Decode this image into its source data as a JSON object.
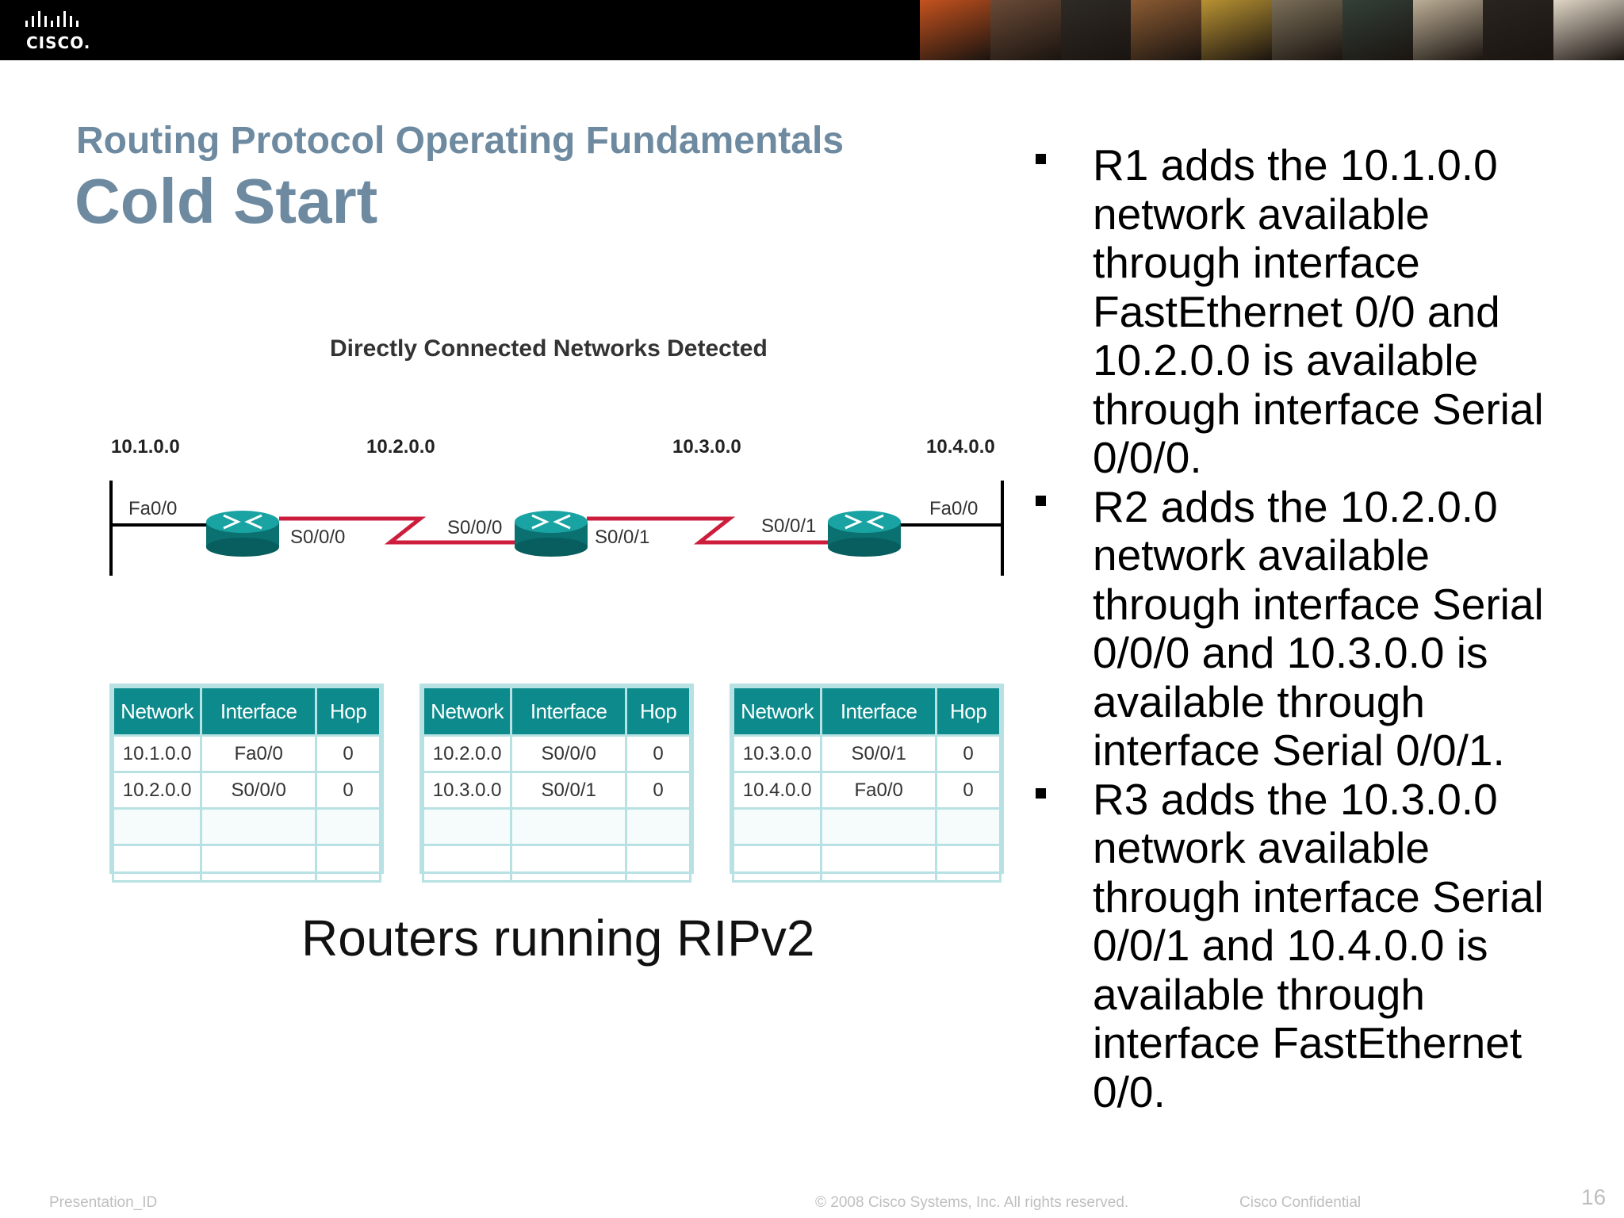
{
  "header": {
    "logo_text": "CISCO.",
    "photo_strip": [
      "#c4521e",
      "#6a4a36",
      "#2e2a26",
      "#8a5a32",
      "#b89232",
      "#7a6e58",
      "#334038",
      "#bcae96",
      "#2a2420",
      "#e0d6c6"
    ]
  },
  "slide": {
    "subtitle": "Routing Protocol Operating Fundamentals",
    "title": "Cold Start",
    "diagram_title": "Directly Connected Networks Detected",
    "networks": [
      "10.1.0.0",
      "10.2.0.0",
      "10.3.0.0",
      "10.4.0.0"
    ],
    "interfaces": {
      "r1_left": "Fa0/0",
      "r1_right": "S0/0/0",
      "r2_left": "S0/0/0",
      "r2_right": "S0/0/1",
      "r3_left": "S0/0/1",
      "r3_right": "Fa0/0"
    },
    "colors": {
      "title": "#6d8aa0",
      "table_header": "#0d8a8c",
      "table_border": "#b7e1e3",
      "serial_link": "#cc1e3c",
      "router": "#0e8a8a"
    },
    "tables": [
      {
        "headers": [
          "Network",
          "Interface",
          "Hop"
        ],
        "rows": [
          [
            "10.1.0.0",
            "Fa0/0",
            "0"
          ],
          [
            "10.2.0.0",
            "S0/0/0",
            "0"
          ]
        ]
      },
      {
        "headers": [
          "Network",
          "Interface",
          "Hop"
        ],
        "rows": [
          [
            "10.2.0.0",
            "S0/0/0",
            "0"
          ],
          [
            "10.3.0.0",
            "S0/0/1",
            "0"
          ]
        ]
      },
      {
        "headers": [
          "Network",
          "Interface",
          "Hop"
        ],
        "rows": [
          [
            "10.3.0.0",
            "S0/0/1",
            "0"
          ],
          [
            "10.4.0.0",
            "Fa0/0",
            "0"
          ]
        ]
      }
    ],
    "caption": "Routers running RIPv2",
    "bullets": [
      "R1 adds the 10.1.0.0 network available through interface FastEthernet 0/0 and 10.2.0.0 is available through interface Serial 0/0/0.",
      "R2 adds the 10.2.0.0 network available through interface Serial 0/0/0 and 10.3.0.0 is available through interface Serial 0/0/1.",
      "R3 adds the 10.3.0.0 network available through interface Serial 0/0/1 and 10.4.0.0 is available through interface FastEthernet 0/0."
    ]
  },
  "footer": {
    "presentation_id": "Presentation_ID",
    "copyright": "© 2008 Cisco Systems, Inc. All rights reserved.",
    "confidential": "Cisco Confidential",
    "page_number": "16"
  }
}
